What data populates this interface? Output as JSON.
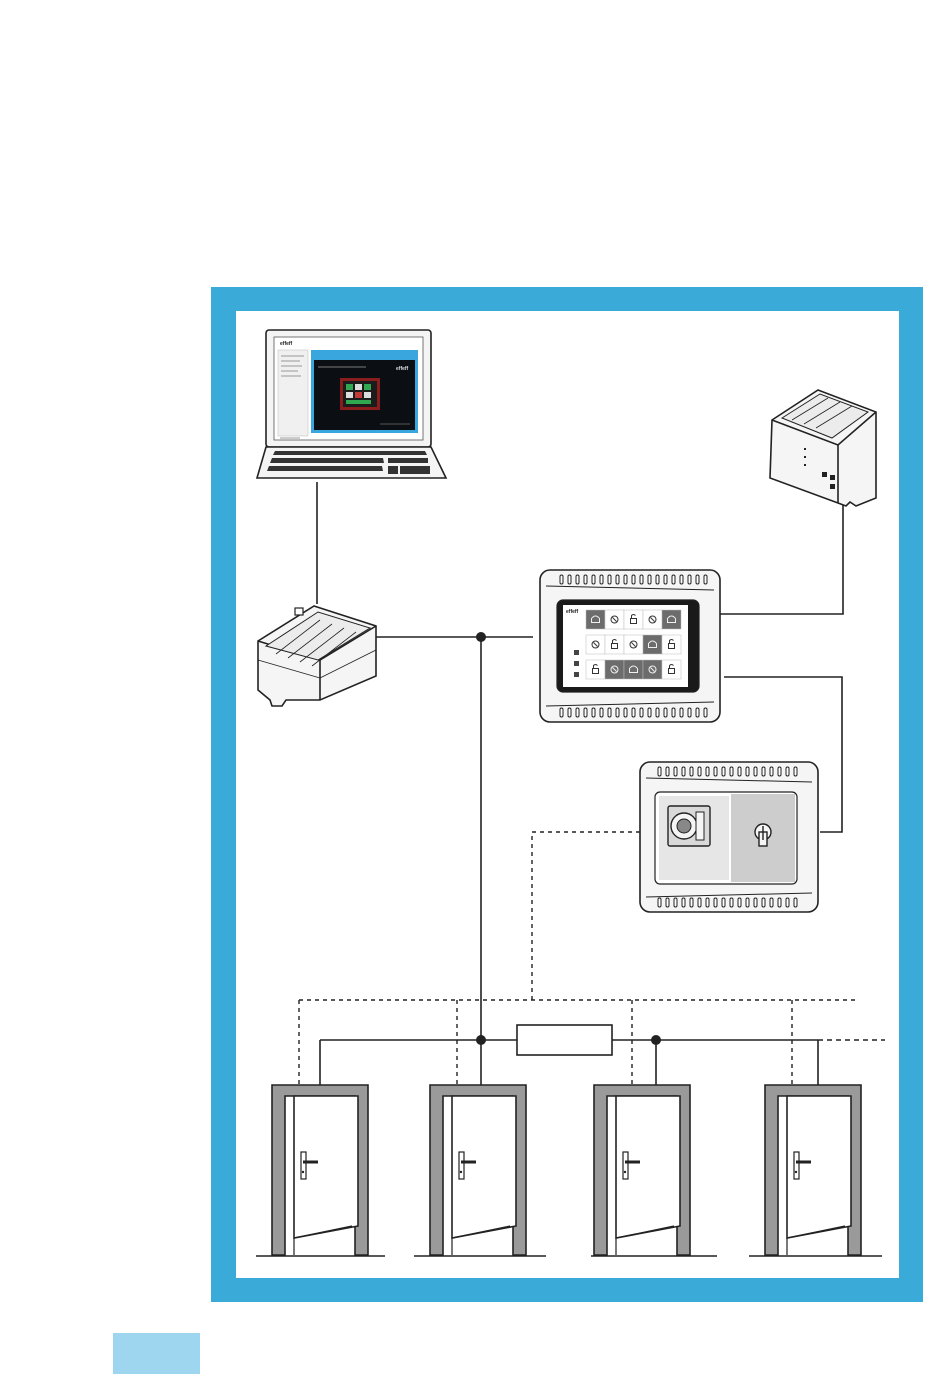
{
  "colors": {
    "frame": "#3aabd8",
    "page_tab": "#9dd6ee",
    "background": "#ffffff",
    "line": "#222222",
    "device_body": "#f5f5f5",
    "screen": "#0b0f14",
    "screen_border": "#3aa6de",
    "tile_dark": "#6c6c6c",
    "tile_mid": "#9a9a9a",
    "panel_grey": "#c8c8c8",
    "door_frame": "#9a9a9a"
  },
  "laptop": {
    "brand_text": "effeff",
    "screen_heading": "",
    "screen_footer": ""
  },
  "control_panel": {
    "brand_text": "effeff",
    "tiles": [
      {
        "state": "dark",
        "icon": "alarm-icon"
      },
      {
        "state": "light",
        "icon": "lock-closed-icon"
      },
      {
        "state": "light",
        "icon": "lock-open-icon"
      },
      {
        "state": "light",
        "icon": "lock-closed-icon"
      },
      {
        "state": "dark",
        "icon": "alarm-icon"
      },
      {
        "state": "light",
        "icon": "lock-closed-icon"
      },
      {
        "state": "light",
        "icon": "lock-open-icon"
      },
      {
        "state": "light",
        "icon": "lock-closed-icon"
      },
      {
        "state": "dark",
        "icon": "alarm-icon"
      },
      {
        "state": "light",
        "icon": "lock-open-icon"
      },
      {
        "state": "light",
        "icon": "lock-open-icon"
      },
      {
        "state": "dark",
        "icon": "lock-closed-icon"
      },
      {
        "state": "dark",
        "icon": "alarm-icon"
      },
      {
        "state": "dark",
        "icon": "lock-closed-icon"
      },
      {
        "state": "light",
        "icon": "lock-open-icon"
      }
    ]
  },
  "key_switch_panel": {
    "left_icon": "emergency-button-icon",
    "right_icon": "key-cylinder-icon"
  },
  "doors": [
    {
      "name": "door-1"
    },
    {
      "name": "door-2"
    },
    {
      "name": "door-3"
    },
    {
      "name": "door-4"
    }
  ]
}
